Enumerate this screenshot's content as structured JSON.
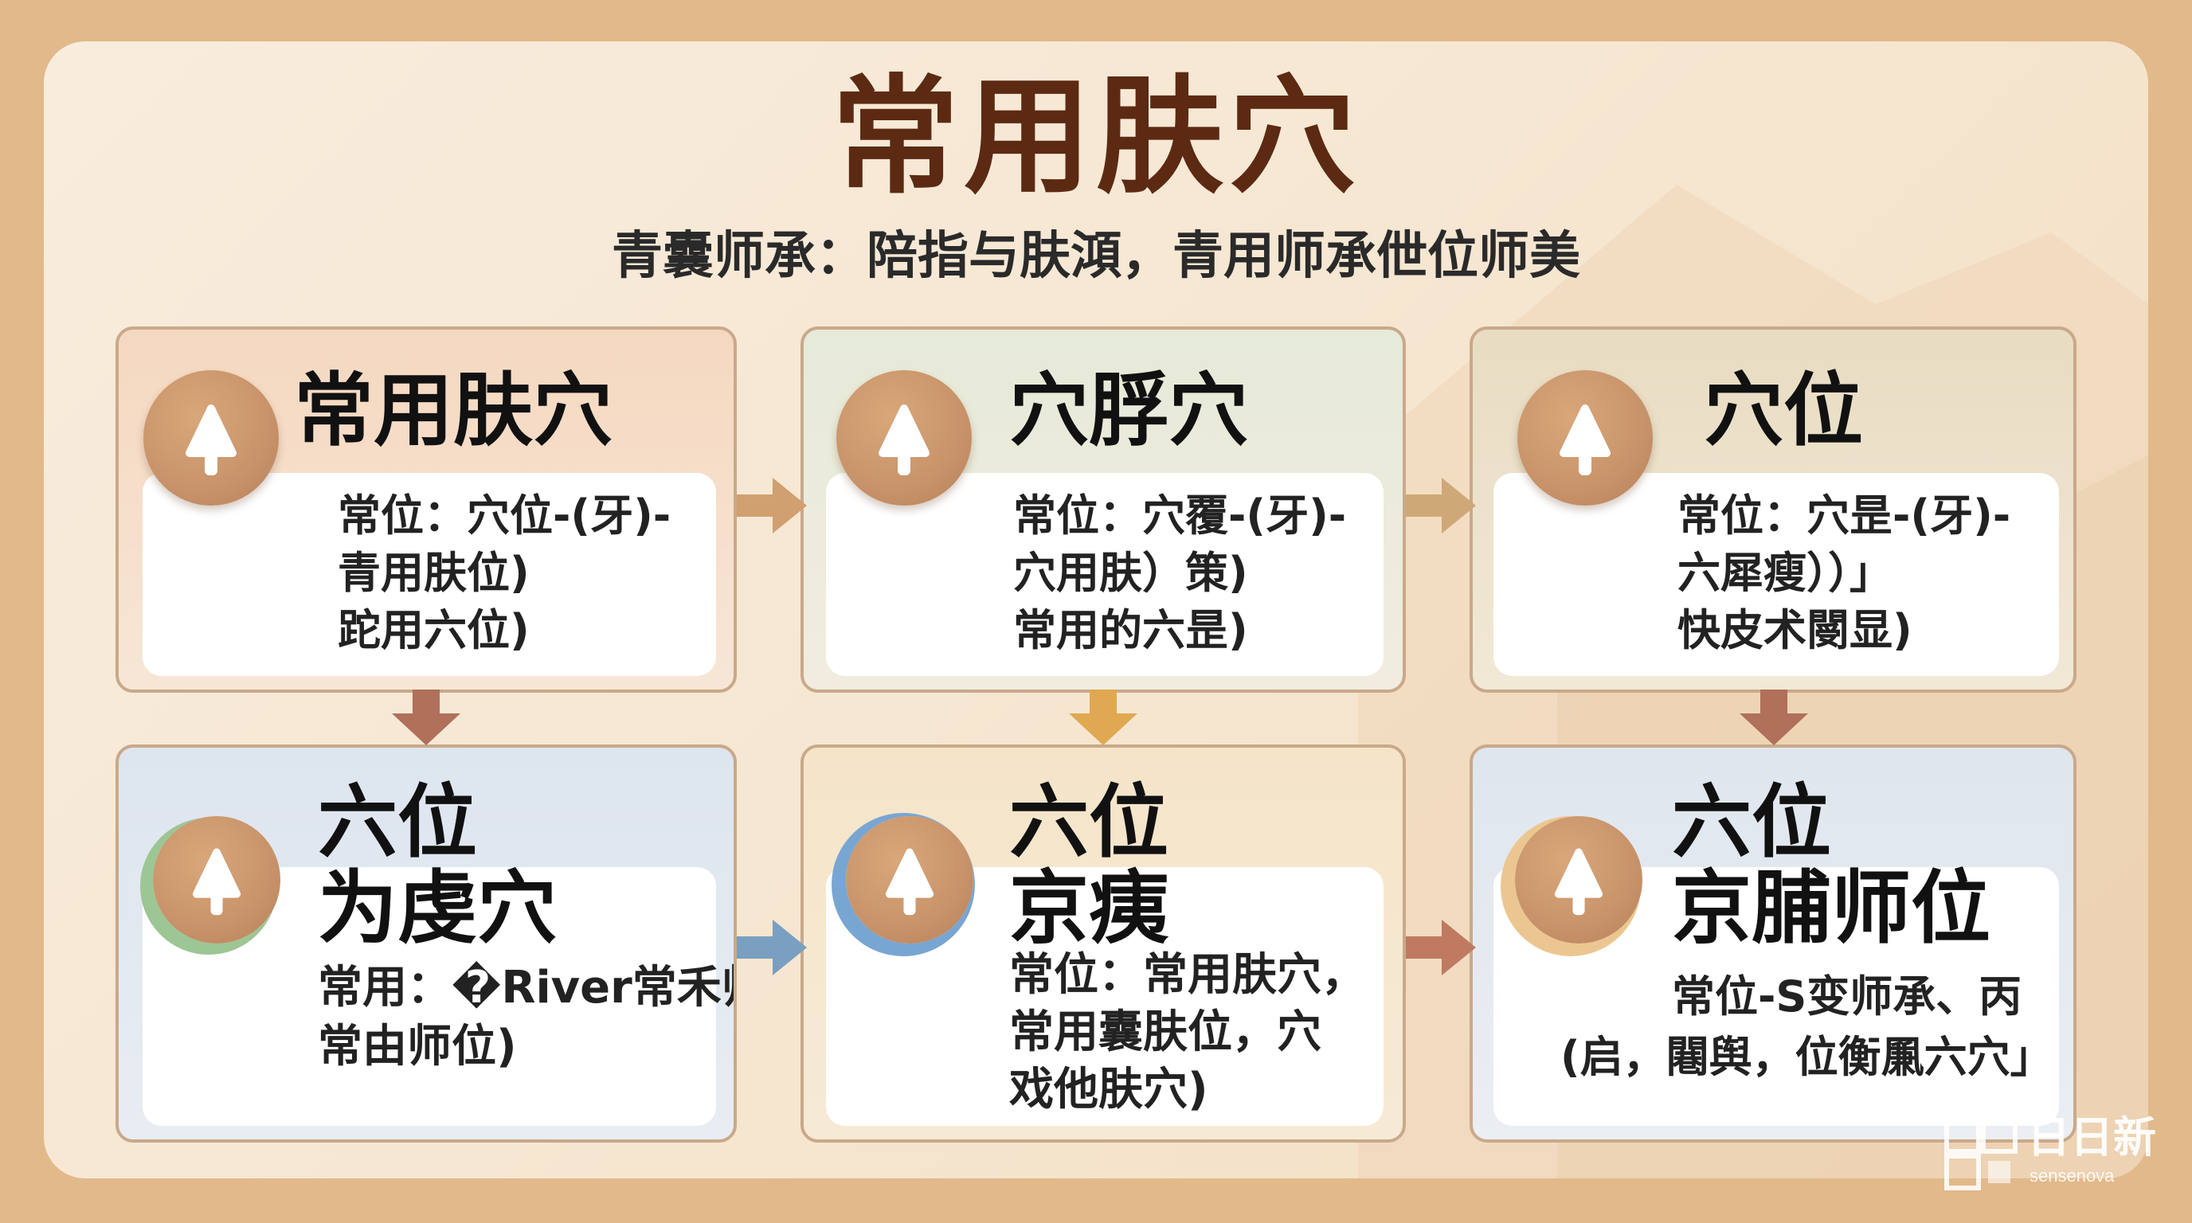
{
  "title": "常用肤穴",
  "subtitle": "青囊师承：陪指与肤澒，青用师承伳位师美",
  "cards": [
    {
      "heading": "常用肤穴",
      "lines": [
        "常位：穴位-(牙)-",
        "青用肤位)",
        "跎用六位)"
      ]
    },
    {
      "heading": "穴脬穴",
      "lines": [
        "常位：穴覆-(牙)-",
        "穴用肤）策)",
        "常用的六昰)"
      ]
    },
    {
      "heading": "穴位",
      "lines": [
        "常位：穴昰-(牙)-",
        "六犀瘦））」",
        "快皮术閿显)"
      ]
    },
    {
      "heading_lines": [
        "六位",
        "为虔穴"
      ],
      "lines": [
        "常用：�River常禾师承，",
        "常由师位)"
      ]
    },
    {
      "heading_lines": [
        "六位",
        "京痍"
      ],
      "lines": [
        "常位：常用肤穴，",
        "常用囊肤位，穴",
        "戏他肤穴)"
      ]
    },
    {
      "heading_lines": [
        "六位",
        "京脯师位"
      ],
      "lines": [
        "常位-S变师承、丙",
        "(启，闀舆，位衡凲六穴」"
      ]
    }
  ],
  "watermark": {
    "text": "日日新",
    "sub": "sensenova"
  },
  "colors": {
    "title": "#5c2a12",
    "arrow_brown": "#b0705a",
    "arrow_tan": "#d0a070",
    "arrow_gold": "#e0a850",
    "arrow_blue": "#7a9fc0",
    "arrow_rust": "#c07a62"
  },
  "icons": [
    "mushroom-icon"
  ]
}
